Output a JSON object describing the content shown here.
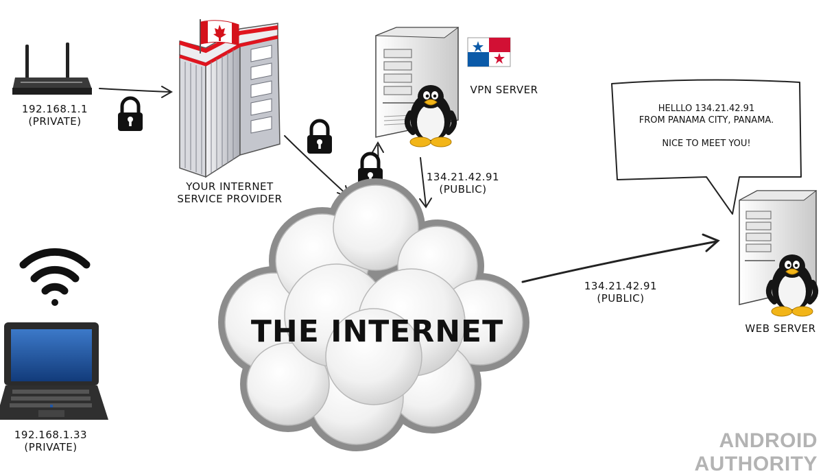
{
  "router": {
    "ip": "192.168.1.1",
    "type": "(PRIVATE)"
  },
  "isp": {
    "line1": "YOUR INTERNET",
    "line2": "SERVICE PROVIDER"
  },
  "vpn": {
    "label": "VPN SERVER",
    "ip": "134.21.42.91",
    "type": "(PUBLIC)"
  },
  "internet": {
    "label": "THE INTERNET",
    "ip": "134.21.42.91",
    "type": "(PUBLIC)"
  },
  "web": {
    "label": "WEB SERVER",
    "speech": {
      "line1": "HELLLO 134.21.42.91",
      "line2": "FROM PANAMA CITY, PANAMA.",
      "line3": "NICE TO MEET YOU!"
    }
  },
  "laptop": {
    "ip": "192.168.1.33",
    "type": "(PRIVATE)"
  },
  "flags": {
    "isp": "canada-flag",
    "vpn": "panama-flag"
  },
  "icons": [
    "router-icon",
    "padlock-icon",
    "building-icon",
    "server-icon",
    "penguin-icon",
    "wifi-icon",
    "laptop-icon",
    "cloud-icon"
  ],
  "colors": {
    "accent_red": "#e0141e",
    "panama_blue": "#0b5aa8",
    "watermark": "#b3b3b3",
    "screen": "#1f56a8"
  },
  "watermark": "ANDROID AUTHORITY"
}
